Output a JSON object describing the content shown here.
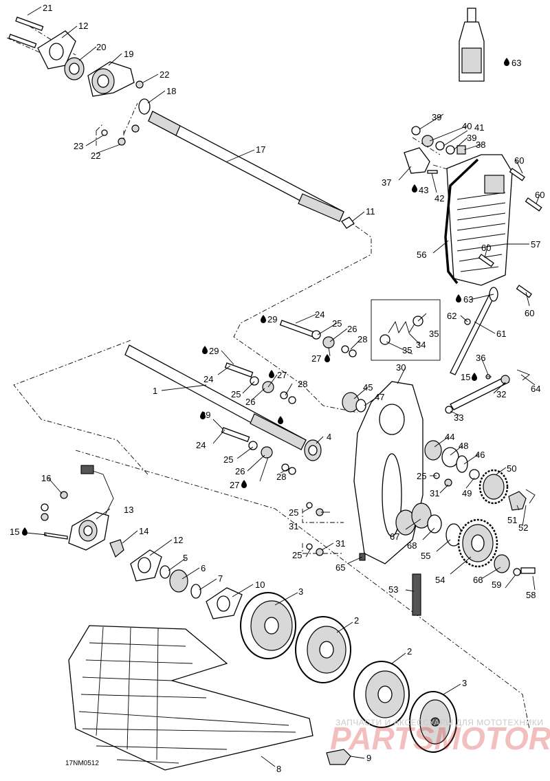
{
  "diagram": {
    "drawing_code": "17NM0512",
    "labels": [
      {
        "id": "l21",
        "text": "21"
      },
      {
        "id": "l12a",
        "text": "12"
      },
      {
        "id": "l20",
        "text": "20"
      },
      {
        "id": "l19",
        "text": "19"
      },
      {
        "id": "l22a",
        "text": "22"
      },
      {
        "id": "l18",
        "text": "18"
      },
      {
        "id": "l23",
        "text": "23"
      },
      {
        "id": "l22b",
        "text": "22"
      },
      {
        "id": "l17",
        "text": "17"
      },
      {
        "id": "l11",
        "text": "11"
      },
      {
        "id": "l63a",
        "text": "63"
      },
      {
        "id": "l39a",
        "text": "39"
      },
      {
        "id": "l40",
        "text": "40"
      },
      {
        "id": "l41",
        "text": "41"
      },
      {
        "id": "l39b",
        "text": "39"
      },
      {
        "id": "l38",
        "text": "38"
      },
      {
        "id": "l37",
        "text": "37"
      },
      {
        "id": "l43",
        "text": "43"
      },
      {
        "id": "l42",
        "text": "42"
      },
      {
        "id": "l60a",
        "text": "60"
      },
      {
        "id": "l60b",
        "text": "60"
      },
      {
        "id": "l60c",
        "text": "60"
      },
      {
        "id": "l60d",
        "text": "60"
      },
      {
        "id": "l56",
        "text": "56"
      },
      {
        "id": "l57",
        "text": "57"
      },
      {
        "id": "l29a",
        "text": "29"
      },
      {
        "id": "l24a",
        "text": "24"
      },
      {
        "id": "l25a",
        "text": "25"
      },
      {
        "id": "l26a",
        "text": "26"
      },
      {
        "id": "l28a",
        "text": "28"
      },
      {
        "id": "l27a",
        "text": "27"
      },
      {
        "id": "l35a",
        "text": "35"
      },
      {
        "id": "l34",
        "text": "34"
      },
      {
        "id": "l35b",
        "text": "35"
      },
      {
        "id": "l63b",
        "text": "63"
      },
      {
        "id": "l62",
        "text": "62"
      },
      {
        "id": "l61",
        "text": "61"
      },
      {
        "id": "l29b",
        "text": "29"
      },
      {
        "id": "l24b",
        "text": "24"
      },
      {
        "id": "l27b",
        "text": "27"
      },
      {
        "id": "l25b",
        "text": "25"
      },
      {
        "id": "l26b",
        "text": "26"
      },
      {
        "id": "l28b",
        "text": "28"
      },
      {
        "id": "l1",
        "text": "1"
      },
      {
        "id": "l30",
        "text": "30"
      },
      {
        "id": "l36",
        "text": "36"
      },
      {
        "id": "l15a",
        "text": "15"
      },
      {
        "id": "l64",
        "text": "64"
      },
      {
        "id": "l45",
        "text": "45"
      },
      {
        "id": "l47",
        "text": "47"
      },
      {
        "id": "l32",
        "text": "32"
      },
      {
        "id": "l33",
        "text": "33"
      },
      {
        "id": "l29c",
        "text": "29"
      },
      {
        "id": "l4",
        "text": "4"
      },
      {
        "id": "l24c",
        "text": "24"
      },
      {
        "id": "l25c",
        "text": "25"
      },
      {
        "id": "l26c",
        "text": "26"
      },
      {
        "id": "l28c",
        "text": "28"
      },
      {
        "id": "l27c",
        "text": "27"
      },
      {
        "id": "l44",
        "text": "44"
      },
      {
        "id": "l48",
        "text": "48"
      },
      {
        "id": "l46",
        "text": "46"
      },
      {
        "id": "l50",
        "text": "50"
      },
      {
        "id": "l25d",
        "text": "25"
      },
      {
        "id": "l31a",
        "text": "31"
      },
      {
        "id": "l49",
        "text": "49"
      },
      {
        "id": "l51",
        "text": "51"
      },
      {
        "id": "l52",
        "text": "52"
      },
      {
        "id": "l16",
        "text": "16"
      },
      {
        "id": "l13",
        "text": "13"
      },
      {
        "id": "l15b",
        "text": "15"
      },
      {
        "id": "l14",
        "text": "14"
      },
      {
        "id": "l12b",
        "text": "12"
      },
      {
        "id": "l5",
        "text": "5"
      },
      {
        "id": "l6",
        "text": "6"
      },
      {
        "id": "l7",
        "text": "7"
      },
      {
        "id": "l10",
        "text": "10"
      },
      {
        "id": "l25e",
        "text": "25"
      },
      {
        "id": "l31b",
        "text": "31"
      },
      {
        "id": "l25f",
        "text": "25"
      },
      {
        "id": "l31c",
        "text": "31"
      },
      {
        "id": "l65",
        "text": "65"
      },
      {
        "id": "l67",
        "text": "67"
      },
      {
        "id": "l68",
        "text": "68"
      },
      {
        "id": "l55",
        "text": "55"
      },
      {
        "id": "l54",
        "text": "54"
      },
      {
        "id": "l66",
        "text": "66"
      },
      {
        "id": "l59",
        "text": "59"
      },
      {
        "id": "l58",
        "text": "58"
      },
      {
        "id": "l53",
        "text": "53"
      },
      {
        "id": "l3a",
        "text": "3"
      },
      {
        "id": "l2a",
        "text": "2"
      },
      {
        "id": "l2b",
        "text": "2"
      },
      {
        "id": "l3b",
        "text": "3"
      },
      {
        "id": "l8",
        "text": "8"
      },
      {
        "id": "l9",
        "text": "9"
      }
    ]
  },
  "watermark": {
    "caption": "ЗАПЧАСТИ И АКСЕССУАРЫ ДЛЯ МОТОТЕХНИКИ",
    "brand": "PARTSMOTOR.RU"
  }
}
